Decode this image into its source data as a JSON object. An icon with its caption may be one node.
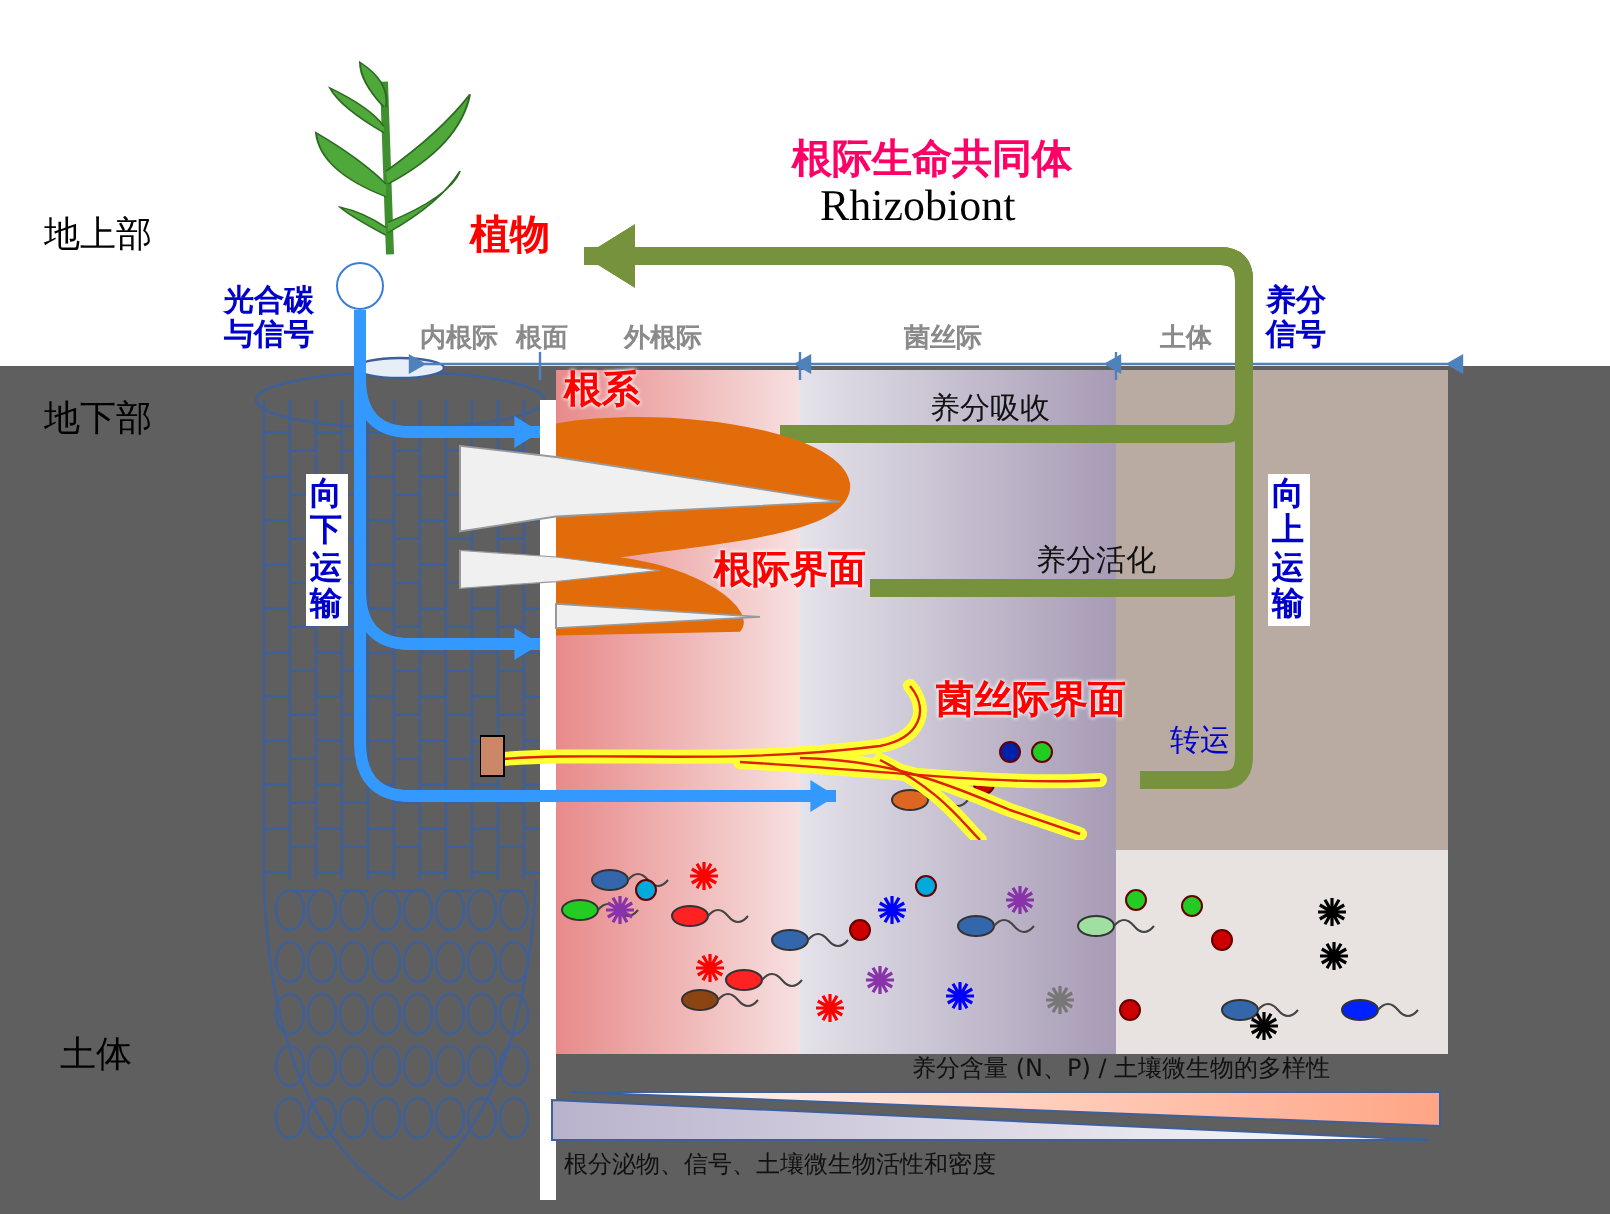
{
  "diagram": {
    "title": "根际生命共同体",
    "nodes": [
      {
        "text": [
          "植物"
        ]
      },
      {
        "text": [],
        "shape": "circle"
      },
      {
        "text": [
          "根系",
          "根际界面"
        ]
      },
      {
        "text": [
          "菌丝际界面"
        ]
      }
    ],
    "edges": [
      {
        "from": 2,
        "to": 0,
        "arrow": "to",
        "label": "养分吸收",
        "color": "#77923c"
      },
      {
        "from": 2,
        "to": 0,
        "arrow": "to",
        "label": "养分活化",
        "color": "#77923c"
      },
      {
        "from": 3,
        "to": 0,
        "arrow": "to",
        "label": "转运",
        "color": "#77923c"
      },
      {
        "from": 1,
        "to": 2,
        "arrow": "to",
        "color": "#3399ff"
      },
      {
        "from": 1,
        "to": 2,
        "arrow": "to",
        "color": "#3399ff"
      },
      {
        "from": 1,
        "to": 3,
        "arrow": "to",
        "color": "#3399ff"
      }
    ],
    "labels": [
      "Rhizobiont",
      "地上部",
      "光合碳与信号",
      "养分信号",
      "内根际",
      "根面",
      "外根际",
      "菌丝际",
      "土体",
      "地下部",
      "向下运输",
      "向上运输",
      "土体",
      "养分含量 (N、P) / 土壤微生物的多样性",
      "根分泌物、信号、土壤微生物活性和密度"
    ]
  }
}
